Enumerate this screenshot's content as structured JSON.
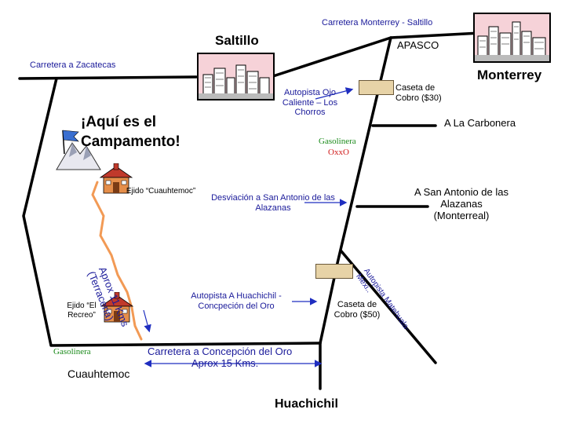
{
  "cities": {
    "saltillo": "Saltillo",
    "monterrey": "Monterrey",
    "huachichil": "Huachichil",
    "cuauhtemoc": "Cuauhtemoc",
    "apasco": "APASCO"
  },
  "roads": {
    "monterrey_saltillo": "Carretera Monterrey - Saltillo",
    "zacatecas": "Carretera a Zacatecas",
    "ojo_caliente": "Autopista Ojo Caliente – Los Chorros",
    "desviacion": "Desviación a San Antonio de las Alazanas",
    "huachichil_autopista": "Autopista A Huachichil - Concpeción del Oro",
    "concepcion": "Carretera a Concepción del Oro",
    "concepcion_dist": "Aprox 15 Kms.",
    "matehuala": "Autopista Matehuala-Méxi..",
    "terraceria": "Aprox 11 Kms (Terraceria)"
  },
  "places": {
    "carbonera": "A La Carbonera",
    "san_antonio": "A San Antonio de las Alazanas (Monterreal)",
    "campamento": "¡Aquí es el Campamento!",
    "ejido_cuauhtemoc": "Ejido “Cuauhtemoc”",
    "ejido_recreo": "Ejido “El Recreo”"
  },
  "tolls": {
    "caseta_30": "Caseta de Cobro ($30)",
    "caseta_50": "Caseta de Cobro ($50)"
  },
  "stations": {
    "gasolinera_oxxo": "Gasolinera",
    "oxxo": "OxxO",
    "gasolinera_cuauhtemoc": "Gasolinera"
  },
  "colors": {
    "road": "#000000",
    "dirt_road": "#f29a55",
    "label_blue": "#1a1a9a",
    "arrow_blue": "#1f2ec0",
    "gas_green": "#1a8a1a",
    "oxxo_red": "#d01a1a"
  }
}
